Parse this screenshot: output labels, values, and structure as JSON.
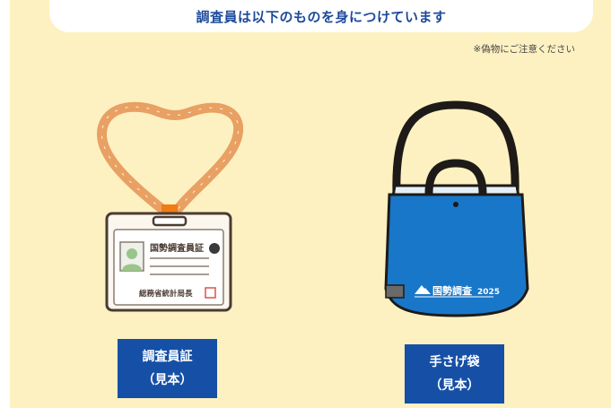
{
  "header": {
    "title": "調査員は以下のものを身につけています"
  },
  "notice": "※偽物にご注意ください",
  "items": [
    {
      "label_line1": "調査員証",
      "label_line2": "（見本）",
      "card_title": "国勢調査員証",
      "card_footer": "総務省統計局長"
    },
    {
      "label_line1": "手さげ袋",
      "label_line2": "（見本）",
      "bag_logo": "国勢調査",
      "bag_year": "2025"
    }
  ],
  "colors": {
    "panel_bg": "#fdf1c2",
    "header_text": "#1c4a9a",
    "label_bg": "#1650a6",
    "bag_blue": "#1877c9",
    "lanyard": "#e9a063",
    "clip": "#f07c14"
  }
}
